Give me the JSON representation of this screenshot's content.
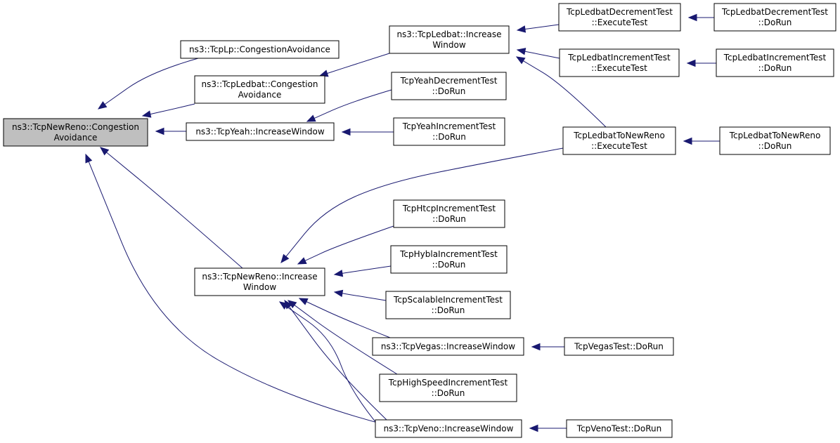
{
  "nodes": [
    {
      "id": "root",
      "lines": [
        "ns3::TcpNewReno::Congestion",
        "Avoidance"
      ]
    },
    {
      "id": "lp_ca",
      "lines": [
        "ns3::TcpLp::CongestionAvoidance"
      ]
    },
    {
      "id": "ledbat_ca",
      "lines": [
        "ns3::TcpLedbat::Congestion",
        "Avoidance"
      ]
    },
    {
      "id": "yeah_iw",
      "lines": [
        "ns3::TcpYeah::IncreaseWindow"
      ]
    },
    {
      "id": "newreno_iw",
      "lines": [
        "ns3::TcpNewReno::Increase",
        "Window"
      ]
    },
    {
      "id": "ledbat_iw",
      "lines": [
        "ns3::TcpLedbat::Increase",
        "Window"
      ]
    },
    {
      "id": "yeah_dec_run",
      "lines": [
        "TcpYeahDecrementTest",
        "::DoRun"
      ]
    },
    {
      "id": "yeah_inc_run",
      "lines": [
        "TcpYeahIncrementTest",
        "::DoRun"
      ]
    },
    {
      "id": "htcp_run",
      "lines": [
        "TcpHtcpIncrementTest",
        "::DoRun"
      ]
    },
    {
      "id": "hybla_run",
      "lines": [
        "TcpHyblaIncrementTest",
        "::DoRun"
      ]
    },
    {
      "id": "scalable_run",
      "lines": [
        "TcpScalableIncrementTest",
        "::DoRun"
      ]
    },
    {
      "id": "vegas_iw",
      "lines": [
        "ns3::TcpVegas::IncreaseWindow"
      ]
    },
    {
      "id": "highspeed_run",
      "lines": [
        "TcpHighSpeedIncrementTest",
        "::DoRun"
      ]
    },
    {
      "id": "veno_iw",
      "lines": [
        "ns3::TcpVeno::IncreaseWindow"
      ]
    },
    {
      "id": "ledbat_dec_exec",
      "lines": [
        "TcpLedbatDecrementTest",
        "::ExecuteTest"
      ]
    },
    {
      "id": "ledbat_inc_exec",
      "lines": [
        "TcpLedbatIncrementTest",
        "::ExecuteTest"
      ]
    },
    {
      "id": "ledbat_newreno_exec",
      "lines": [
        "TcpLedbatToNewReno",
        "::ExecuteTest"
      ]
    },
    {
      "id": "vegas_test_run",
      "lines": [
        "TcpVegasTest::DoRun"
      ]
    },
    {
      "id": "veno_test_run",
      "lines": [
        "TcpVenoTest::DoRun"
      ]
    },
    {
      "id": "ledbat_dec_run",
      "lines": [
        "TcpLedbatDecrementTest",
        "::DoRun"
      ]
    },
    {
      "id": "ledbat_inc_run",
      "lines": [
        "TcpLedbatIncrementTest",
        "::DoRun"
      ]
    },
    {
      "id": "ledbat_newreno_run",
      "lines": [
        "TcpLedbatToNewReno",
        "::DoRun"
      ]
    }
  ],
  "edges": [
    {
      "from": "lp_ca",
      "to": "root"
    },
    {
      "from": "ledbat_ca",
      "to": "root"
    },
    {
      "from": "yeah_iw",
      "to": "root"
    },
    {
      "from": "newreno_iw",
      "to": "root"
    },
    {
      "from": "veno_iw",
      "to": "root"
    },
    {
      "from": "ledbat_iw",
      "to": "ledbat_ca"
    },
    {
      "from": "yeah_dec_run",
      "to": "yeah_iw"
    },
    {
      "from": "yeah_inc_run",
      "to": "yeah_iw"
    },
    {
      "from": "ledbat_dec_exec",
      "to": "ledbat_iw"
    },
    {
      "from": "ledbat_inc_exec",
      "to": "ledbat_iw"
    },
    {
      "from": "ledbat_newreno_exec",
      "to": "ledbat_iw"
    },
    {
      "from": "ledbat_newreno_exec",
      "to": "newreno_iw"
    },
    {
      "from": "htcp_run",
      "to": "newreno_iw"
    },
    {
      "from": "hybla_run",
      "to": "newreno_iw"
    },
    {
      "from": "scalable_run",
      "to": "newreno_iw"
    },
    {
      "from": "vegas_iw",
      "to": "newreno_iw"
    },
    {
      "from": "highspeed_run",
      "to": "newreno_iw"
    },
    {
      "from": "veno_iw",
      "to": "newreno_iw"
    },
    {
      "from": "ledbat_dec_run",
      "to": "ledbat_dec_exec"
    },
    {
      "from": "ledbat_inc_run",
      "to": "ledbat_inc_exec"
    },
    {
      "from": "ledbat_newreno_run",
      "to": "ledbat_newreno_exec"
    },
    {
      "from": "vegas_test_run",
      "to": "vegas_iw"
    },
    {
      "from": "veno_test_run",
      "to": "veno_iw"
    }
  ]
}
